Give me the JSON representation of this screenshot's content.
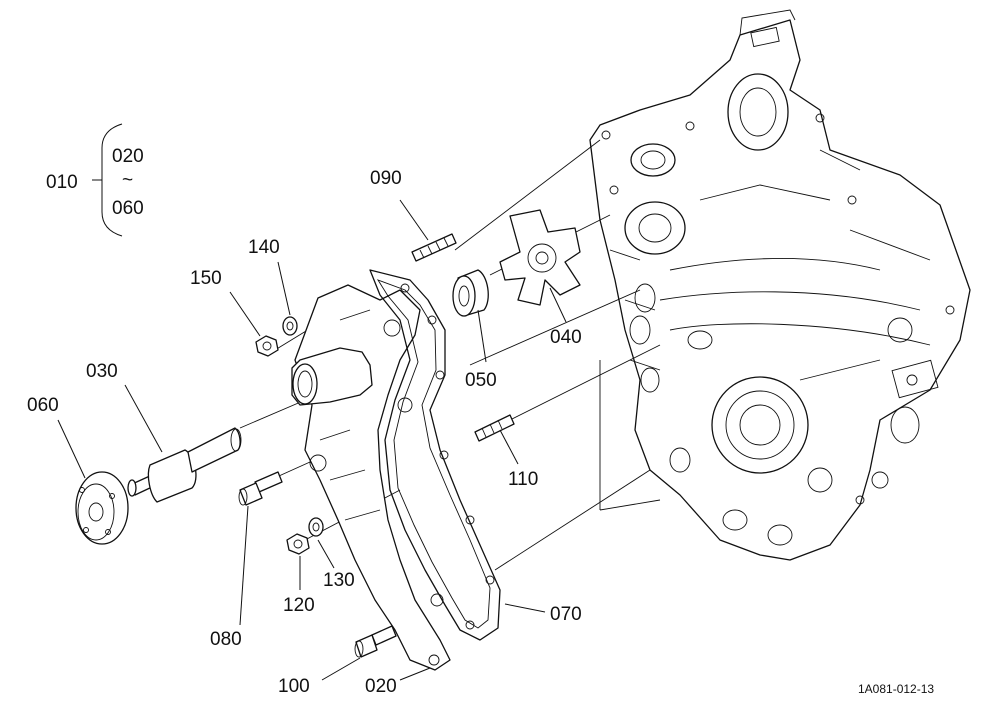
{
  "labels": {
    "assembly": "010",
    "range_start": "020",
    "range_tilde": "~",
    "range_end": "060",
    "p020": "020",
    "p030": "030",
    "p040": "040",
    "p050": "050",
    "p060": "060",
    "p070": "070",
    "p080": "080",
    "p090": "090",
    "p100": "100",
    "p110": "110",
    "p120": "120",
    "p130": "130",
    "p140": "140",
    "p150": "150"
  },
  "drawing_code": "1A081-012-13"
}
